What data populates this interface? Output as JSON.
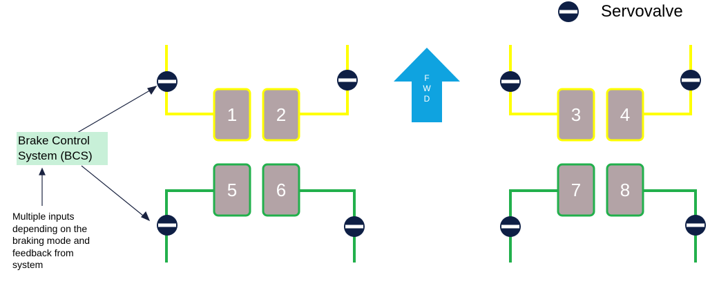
{
  "legend": {
    "symbol_icon": "servovalve-icon",
    "label": "Servovalve"
  },
  "bcs": {
    "line1": "Brake Control",
    "line2": "System (BCS)"
  },
  "inputs_note": {
    "lines": [
      "Multiple inputs",
      "depending on the",
      "braking mode and",
      "feedback from",
      "system"
    ]
  },
  "fwd": {
    "letters": [
      "F",
      "W",
      "D"
    ]
  },
  "wheels": [
    "1",
    "2",
    "3",
    "4",
    "5",
    "6",
    "7",
    "8"
  ],
  "colors": {
    "yellow_circuit": "#ffff00",
    "green_circuit": "#22b04c",
    "wheel_fill": "#b3a3a6",
    "valve_fill": "#0e1f45",
    "arrow_fill": "#0fa3e0",
    "bcs_fill": "#c8f0d8"
  }
}
